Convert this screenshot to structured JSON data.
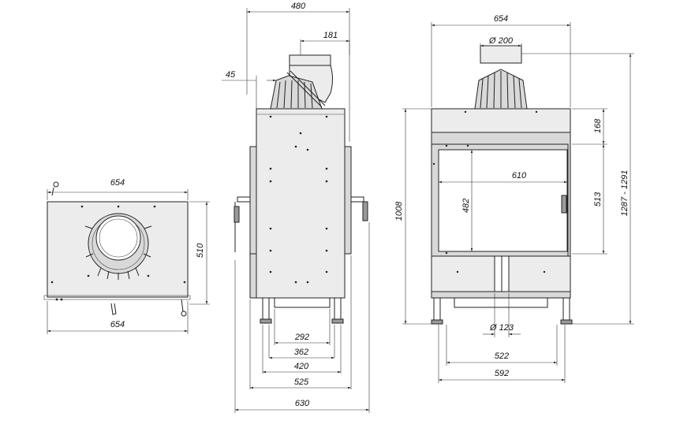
{
  "dimensions": {
    "top_view": {
      "width_top": "654",
      "depth": "510",
      "width_bottom": "654"
    },
    "side_view": {
      "total_top": "480",
      "collar_offset": "181",
      "wall_gap": "45",
      "w292": "292",
      "w362": "362",
      "w420": "420",
      "w525": "525",
      "w630": "630"
    },
    "front_view": {
      "width_top": "654",
      "flue_diameter": "Ø 200",
      "top_height": "168",
      "glass_width": "610",
      "glass_height": "482",
      "door_height": "513",
      "total_height": "1008",
      "height_range": "1287 - 1291",
      "air_inlet_diameter": "Ø 123",
      "feet_width": "522",
      "base_width": "592"
    }
  }
}
